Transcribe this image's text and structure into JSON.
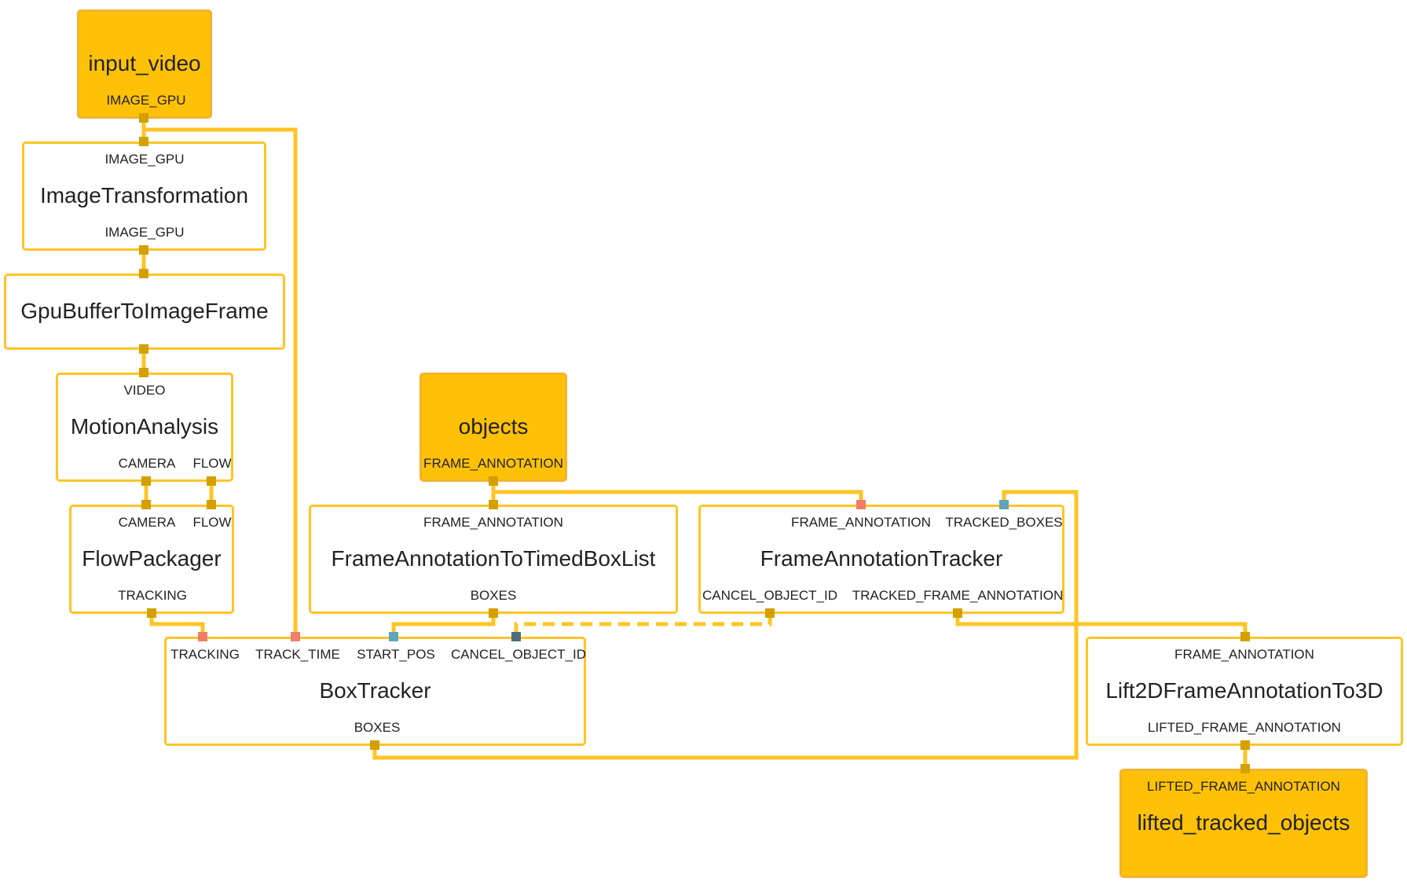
{
  "colors": {
    "edge": "#ffc425",
    "stream_fill": "#ffc107",
    "stream_border": "#f4b22e",
    "node_border": "#ffc425",
    "port_default": "#d4a000",
    "port_salmon": "#f07f67",
    "port_teal": "#5fa4b8",
    "port_slate": "#4d6e7e"
  },
  "nodes": {
    "input_video": {
      "title": "input_video",
      "out": [
        "IMAGE_GPU"
      ]
    },
    "image_transformation": {
      "title": "ImageTransformation",
      "in": [
        "IMAGE_GPU"
      ],
      "out": [
        "IMAGE_GPU"
      ]
    },
    "gpu_buffer": {
      "title": "GpuBufferToImageFrame"
    },
    "motion_analysis": {
      "title": "MotionAnalysis",
      "in": [
        "VIDEO"
      ],
      "out": [
        "CAMERA",
        "FLOW"
      ]
    },
    "flow_packager": {
      "title": "FlowPackager",
      "in": [
        "CAMERA",
        "FLOW"
      ],
      "out": [
        "TRACKING"
      ]
    },
    "box_tracker": {
      "title": "BoxTracker",
      "in": [
        "TRACKING",
        "TRACK_TIME",
        "START_POS",
        "CANCEL_OBJECT_ID"
      ],
      "out": [
        "BOXES"
      ]
    },
    "objects": {
      "title": "objects",
      "out": [
        "FRAME_ANNOTATION"
      ]
    },
    "fa_to_timed": {
      "title": "FrameAnnotationToTimedBoxList",
      "in": [
        "FRAME_ANNOTATION"
      ],
      "out": [
        "BOXES"
      ]
    },
    "fa_tracker": {
      "title": "FrameAnnotationTracker",
      "in": [
        "FRAME_ANNOTATION",
        "TRACKED_BOXES"
      ],
      "out": [
        "CANCEL_OBJECT_ID",
        "TRACKED_FRAME_ANNOTATION"
      ]
    },
    "lift2d": {
      "title": "Lift2DFrameAnnotationTo3D",
      "in": [
        "FRAME_ANNOTATION"
      ],
      "out": [
        "LIFTED_FRAME_ANNOTATION"
      ]
    },
    "lifted_objects": {
      "title": "lifted_tracked_objects",
      "in": [
        "LIFTED_FRAME_ANNOTATION"
      ]
    }
  }
}
